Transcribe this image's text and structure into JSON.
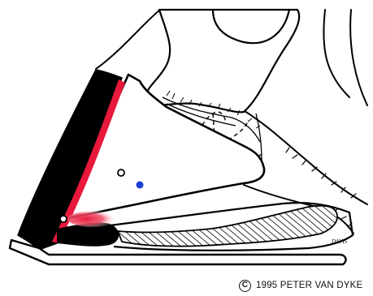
{
  "copyright": {
    "symbol": "C",
    "text": "1995 PETER VAN DYKE"
  },
  "signature": "DAVIS",
  "colors": {
    "outline": "#000000",
    "hoof_wall": "#000000",
    "laminae_highlight": "#e8193c",
    "navicular_point": "#1a3fd6",
    "background": "#ffffff"
  }
}
